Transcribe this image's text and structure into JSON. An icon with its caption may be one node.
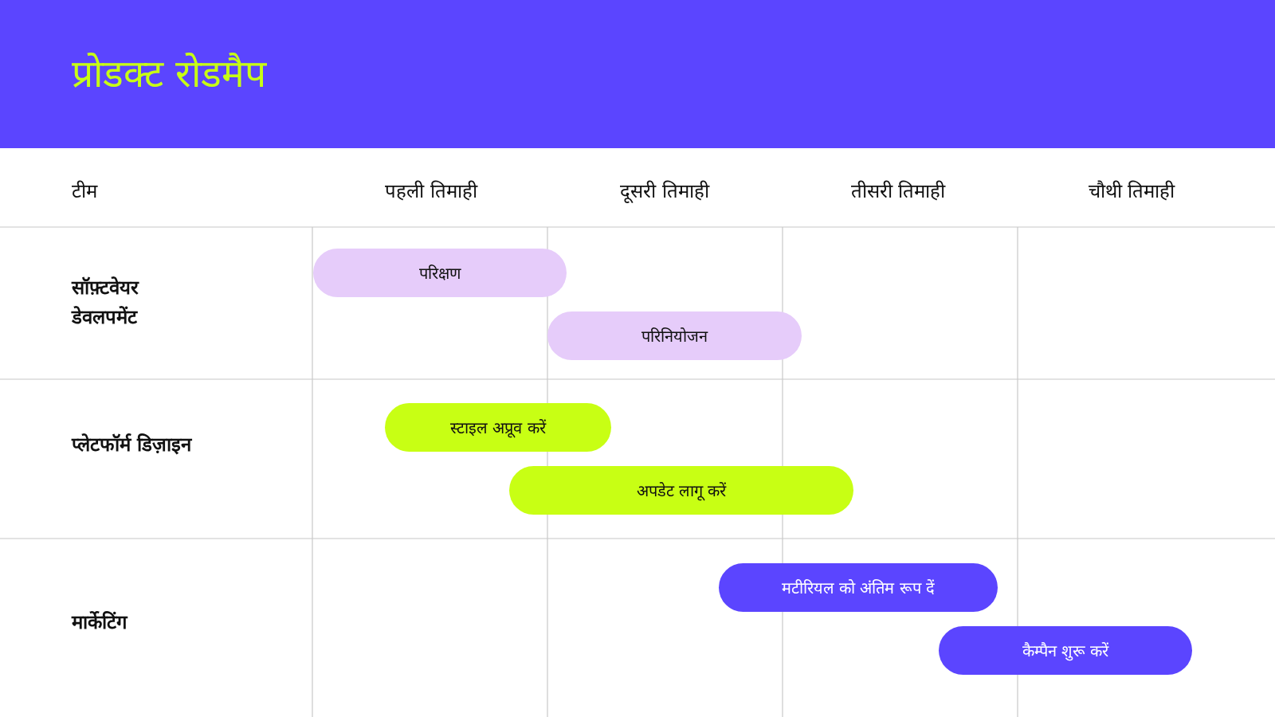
{
  "diagram": {
    "title": "प्रोडक्ट रोडमैप",
    "nodes": [
      {
        "text": [
          "परिक्षण"
        ]
      },
      {
        "text": [
          "परिनियोजन"
        ]
      },
      {
        "text": [
          "स्टाइल अप्रूव करें"
        ]
      },
      {
        "text": [
          "अपडेट लागू करें"
        ]
      },
      {
        "text": [
          "मटीरियल को अंतिम रूप दें"
        ]
      },
      {
        "text": [
          "कैम्पैन शुरू करें"
        ]
      }
    ],
    "labels": [
      "टीम",
      "पहली तिमाही",
      "दूसरी तिमाही",
      "तीसरी तिमाही",
      "चौथी तिमाही",
      "सॉफ़्टवेयर डेवलपमेंट",
      "प्लेटफॉर्म डिज़ाइन",
      "मार्केटिंग"
    ]
  }
}
